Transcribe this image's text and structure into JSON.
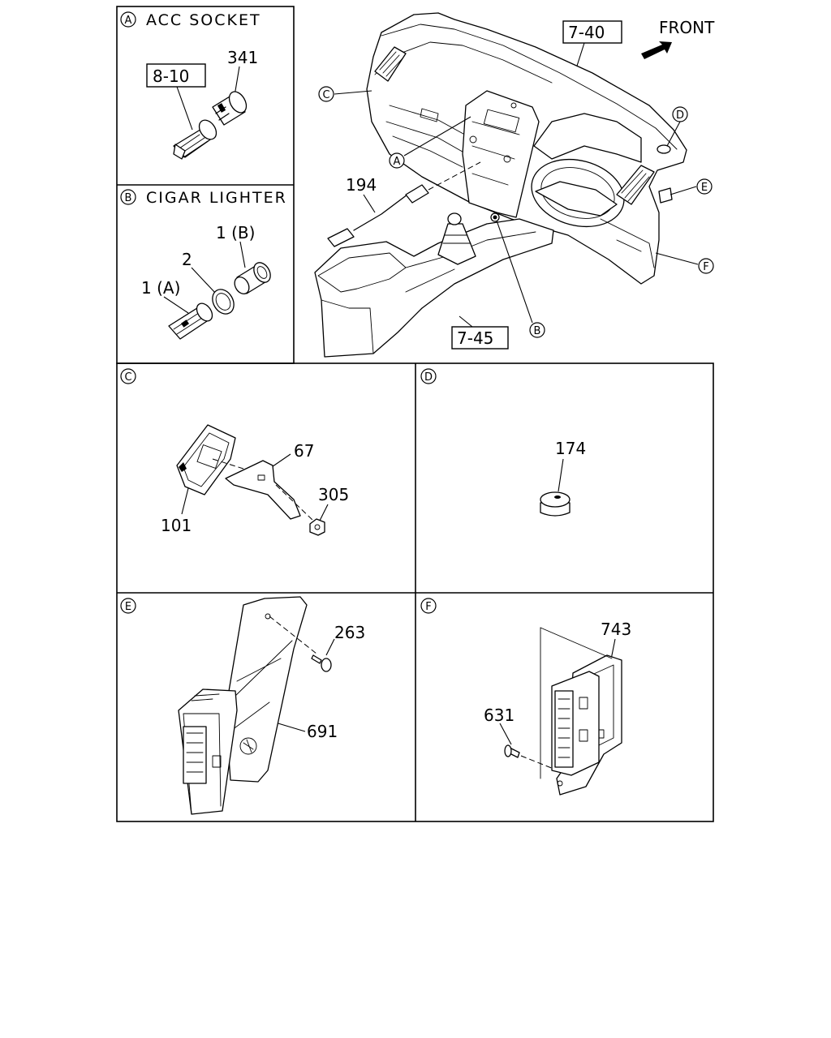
{
  "panels": {
    "A": {
      "letter": "A",
      "title": "ACC SOCKET",
      "ref_box": "8-10",
      "parts": {
        "p341": "341"
      }
    },
    "B": {
      "letter": "B",
      "title": "CIGAR LIGHTER",
      "parts": {
        "p1b": "1 (B)",
        "p2": "2",
        "p1a": "1 (A)"
      }
    },
    "main": {
      "ref_top": "7-40",
      "ref_bottom": "7-45",
      "front": "FRONT",
      "part_194": "194",
      "callouts": {
        "A": "A",
        "B": "B",
        "C": "C",
        "D": "D",
        "E": "E",
        "F": "F"
      }
    },
    "C": {
      "letter": "C",
      "parts": {
        "p67": "67",
        "p305": "305",
        "p101": "101"
      }
    },
    "D": {
      "letter": "D",
      "parts": {
        "p174": "174"
      }
    },
    "E": {
      "letter": "E",
      "parts": {
        "p263": "263",
        "p691": "691"
      }
    },
    "F": {
      "letter": "F",
      "parts": {
        "p743": "743",
        "p631": "631"
      }
    }
  }
}
